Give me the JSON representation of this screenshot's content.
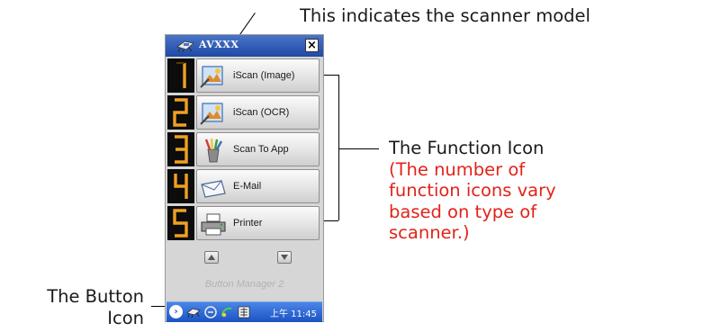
{
  "window": {
    "title": "AVXXX",
    "close_label": "×",
    "functions": [
      {
        "number": "1",
        "label": "iScan (Image)",
        "icon": "iscan-image-icon"
      },
      {
        "number": "2",
        "label": "iScan (OCR)",
        "icon": "iscan-ocr-icon"
      },
      {
        "number": "3",
        "label": "Scan To App",
        "icon": "scan-to-app-icon"
      },
      {
        "number": "4",
        "label": "E-Mail",
        "icon": "email-icon"
      },
      {
        "number": "5",
        "label": "Printer",
        "icon": "printer-icon"
      }
    ],
    "caption": "Button Manager 2",
    "taskbar": {
      "arrow": "›",
      "clock": "上午 11:45"
    }
  },
  "annotations": {
    "model": "This indicates the scanner model",
    "function_icon": "The Function Icon",
    "function_note": "(The number of function icons vary based on type of scanner.)",
    "button_icon": "The Button Icon"
  },
  "colors": {
    "annotation_note": "#e2231a",
    "titlebar": "#1d4aa6",
    "taskbar": "#1b52c4",
    "digit_led": "#f0a020"
  }
}
